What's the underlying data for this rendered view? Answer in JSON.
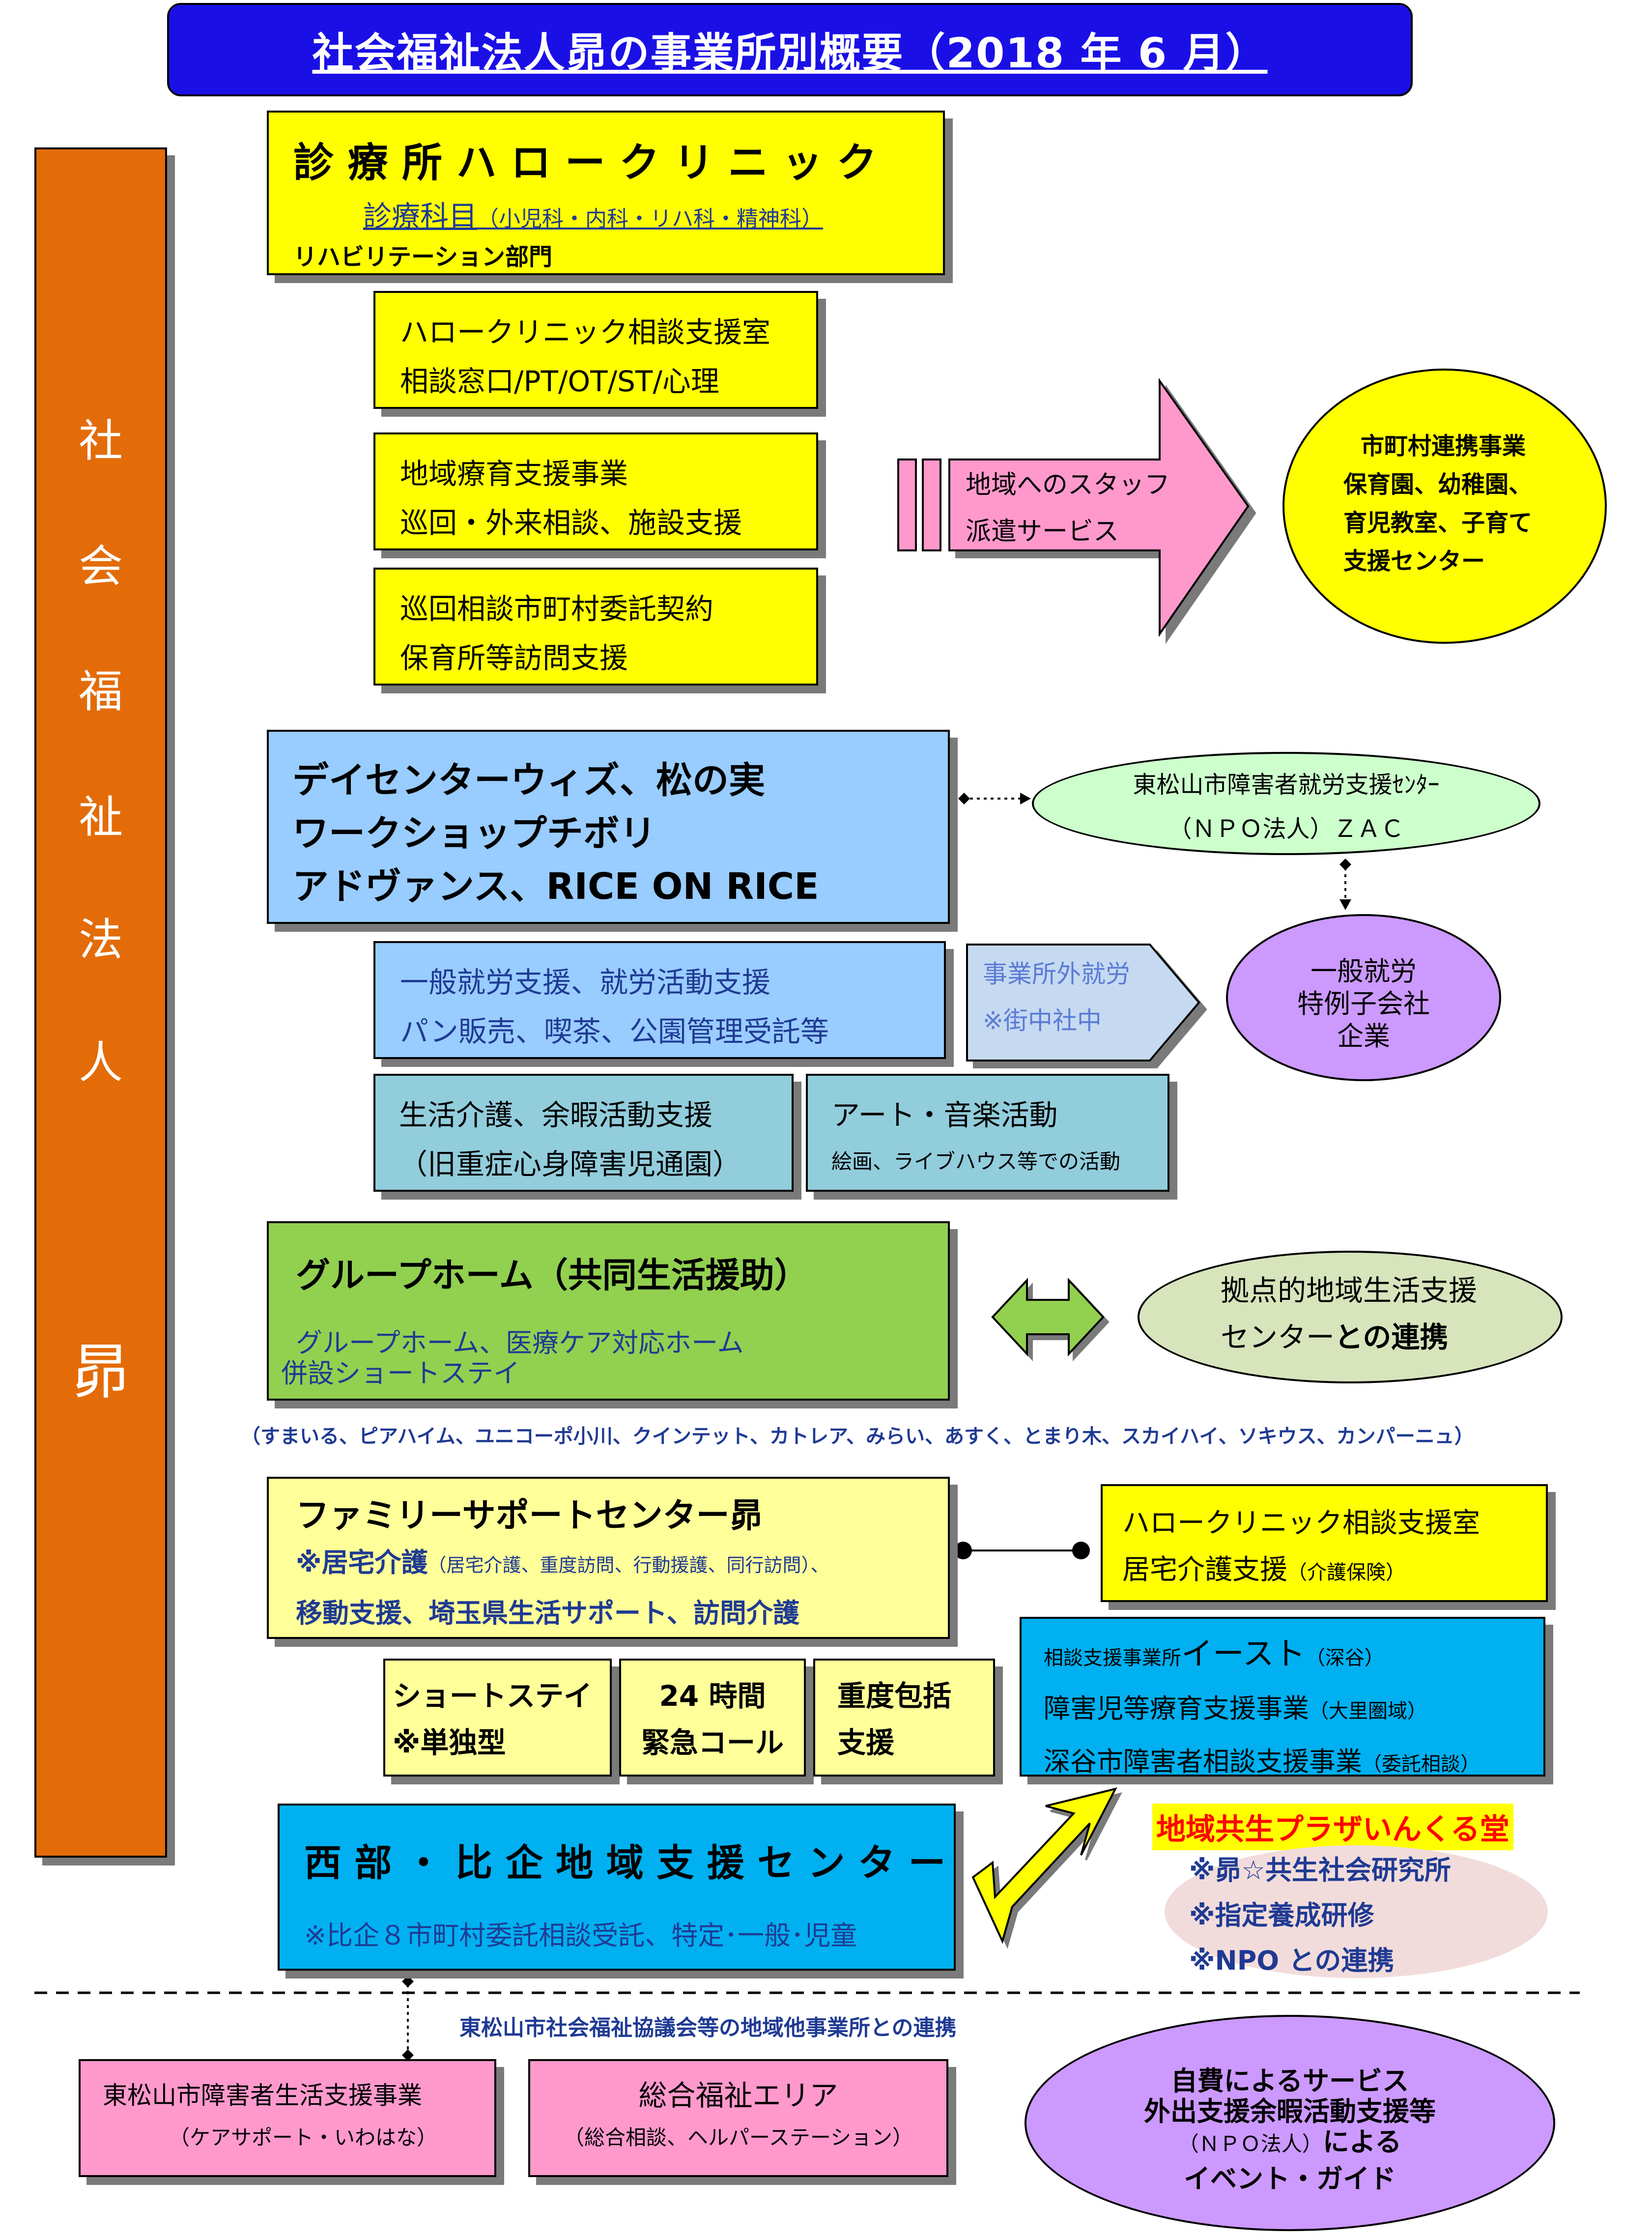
{
  "title": "社会福祉法人昴の事業所別概要（2018 年 6 月）",
  "sidebar": {
    "chars": [
      "社",
      "会",
      "福",
      "祉",
      "法",
      "人",
      "昴"
    ]
  },
  "clinic": {
    "name": "診 療 所 ハ ロ ー ク リ ニ ッ ク",
    "dept_main": "診療科目",
    "dept_sub": "（小児科・内科・リハ科・精神科）",
    "rehab": "リハビリテーション部門"
  },
  "consult_room": {
    "line1": "ハロークリニック相談支援室",
    "line2": "相談窓口/PT/OT/ST/心理"
  },
  "regional_care": {
    "line1": "地域療育支援事業",
    "line2": "巡回・外来相談、施設支援"
  },
  "patrol": {
    "line1": "巡回相談市町村委託契約",
    "line2": "保育所等訪問支援"
  },
  "staff_arrow": {
    "line1": "地域へのスタッフ",
    "line2": "派遣サービス"
  },
  "municipal": {
    "line1": "市町村連携事業",
    "line2": "保育園、幼稚園、",
    "line3": "育児教室、子育て",
    "line4": "支援センター"
  },
  "daycenter": {
    "line1": "デイセンターウィズ、松の実",
    "line2": "ワークショップチボリ",
    "line3": "アドヴァンス、RICE ON RICE"
  },
  "zac": {
    "line1": "東松山市障害者就労支援ｾﾝﾀｰ",
    "line2": "（ＮＰＯ法人）ＺＡＣ"
  },
  "employment": {
    "line1": "一般就労支援、就労活動支援",
    "line2": "パン販売、喫茶、公園管理受託等"
  },
  "offsite": {
    "line1": "事業所外就労",
    "line2": "※街中社中"
  },
  "general_job": {
    "line1": "一般就労",
    "line2": "特例子会社",
    "line3": "企業"
  },
  "life_care": {
    "line1": "生活介護、余暇活動支援",
    "line2": "（旧重症心身障害児通園）"
  },
  "art": {
    "line1": "アート・音楽活動",
    "line2": "絵画、ライブハウス等での活動"
  },
  "grouphome": {
    "title": "グループホーム（共同生活援助）",
    "line1": "グループホーム、医療ケア対応ホーム",
    "line2": "併設ショートステイ"
  },
  "base_support": {
    "line1": "拠点的地域生活支援",
    "line2a": "センター",
    "line2b": "との連携"
  },
  "gh_list": "（すまいる、ピアハイム、ユニコーポ小川、クインテット、カトレア、みらい、あすく、とまり木、スカイハイ、ソキウス、カンパーニュ）",
  "family": {
    "title": "ファミリーサポートセンター昴",
    "line1a": "※居宅介護",
    "line1b": "（居宅介護、重度訪問、行動援護、同行訪問）、",
    "line2": "移動支援、埼玉県生活サポート、訪問介護"
  },
  "hello_home": {
    "line1": "ハロークリニック相談支援室",
    "line2a": "居宅介護支援",
    "line2b": "（介護保険）"
  },
  "east": {
    "l1a": "相談支援事業所",
    "l1b": "イースト",
    "l1c": "（深谷）",
    "l2a": "障害児等療育支援事業",
    "l2b": "（大里圏域）",
    "l3a": "深谷市障害者相談支援事業",
    "l3b": "（委託相談）"
  },
  "shortstay": {
    "line1": "ショートステイ",
    "line2": "※単独型"
  },
  "emergency": {
    "line1": "24 時間",
    "line2": "緊急コール"
  },
  "severe": {
    "line1": "重度包括",
    "line2": "支援"
  },
  "west": {
    "title": "西 部 ・ 比 企 地 域 支 援 セ ン タ ー",
    "line1": "※比企８市町村委託相談受託、特定･一般･児童"
  },
  "plaza": {
    "title": "地域共生プラザいんくる堂",
    "line1": "※昴☆共生社会研究所",
    "line2": "※指定養成研修",
    "line3": "※NPO との連携"
  },
  "cooperation": "東松山市社会福祉協議会等の地域他事業所との連携",
  "life_support": {
    "line1": "東松山市障害者生活支援事業",
    "line2": "（ケアサポート・いわはな）"
  },
  "welfare_area": {
    "line1": "総合福祉エリア",
    "line2": "（総合相談、ヘルパーステーション）"
  },
  "self_pay": {
    "line1": "自費によるサービス",
    "line2": "外出支援余暇活動支援等",
    "line3a": "（ＮＰＯ法人）",
    "line3b": "による",
    "line4": "イベント・ガイド"
  },
  "colors": {
    "title_blue": "#1a10e6",
    "sidebar_orange": "#e36c09",
    "yellow": "#ffff00",
    "light_blue": "#99ccff",
    "teal": "#92cddc",
    "green": "#92d050",
    "cyan": "#00b0f0",
    "pink": "#ff99cc",
    "lavender": "#cc99ff",
    "mint": "#ccffcc",
    "sage": "#d7e4bc",
    "plaza_red": "#ff0000"
  }
}
